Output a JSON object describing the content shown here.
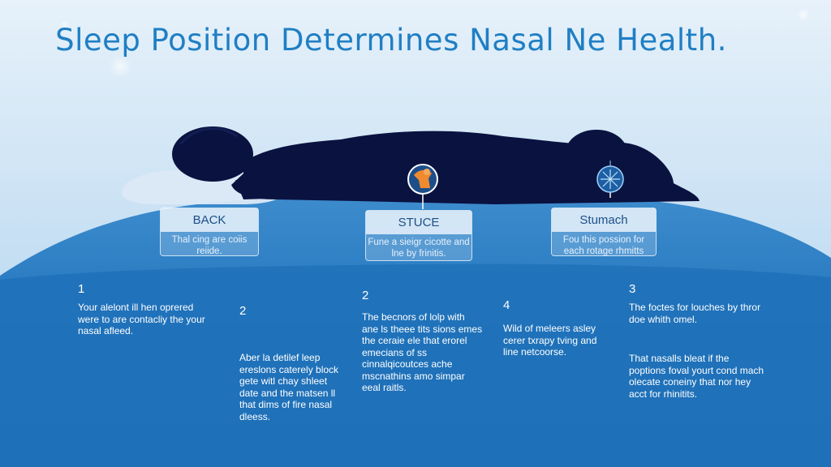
{
  "title": "Sleep Position Determines Nasal Ne Health.",
  "labels": [
    {
      "heading": "BACK",
      "text": "Thal cing are coiis reiide."
    },
    {
      "heading": "STUCE",
      "text": "Fune a sieigr cicotte and lne by frinitis."
    },
    {
      "heading": "Stumach",
      "text": "Fou this possion for each rotage rhmitts"
    }
  ],
  "blocks": [
    {
      "number": "1",
      "text": "Your alelont ill hen oprered were to are contacliy the your nasal afleed."
    },
    {
      "number": "2",
      "text": "Aber la detilef leep ereslons caterely block gete witl chay shleet date and the matsen ll that dims of fire nasal dleess."
    },
    {
      "number": "2",
      "text": "The becnors of lolp with ane ls theee tits sions emes the ceraie ele that erorel emecians of ss cinnalqicoutces ache mscnathins amo simpar eeal raitls."
    },
    {
      "number": "4",
      "text": "Wild of meleers asley cerer txrapy tving and line netcoorse."
    },
    {
      "number": "3",
      "text": "The foctes for louches by thror doe whith omel."
    },
    {
      "number": "",
      "text": "That nasalls bleat if the poptions foval yourt cond mach olecate coneiny that nor hey acct for rhinitits."
    }
  ],
  "icons": [
    "nose-spray-icon",
    "nasal-burst-icon"
  ],
  "colors": {
    "sky_top": "#d8e9f6",
    "sky_bottom": "#a9cdec",
    "ground": "#2f80c6",
    "ground_dark": "#1c6db5",
    "silhouette": "#0a1240",
    "title": "#1f7fc4",
    "accent_orange": "#f08a2e"
  }
}
